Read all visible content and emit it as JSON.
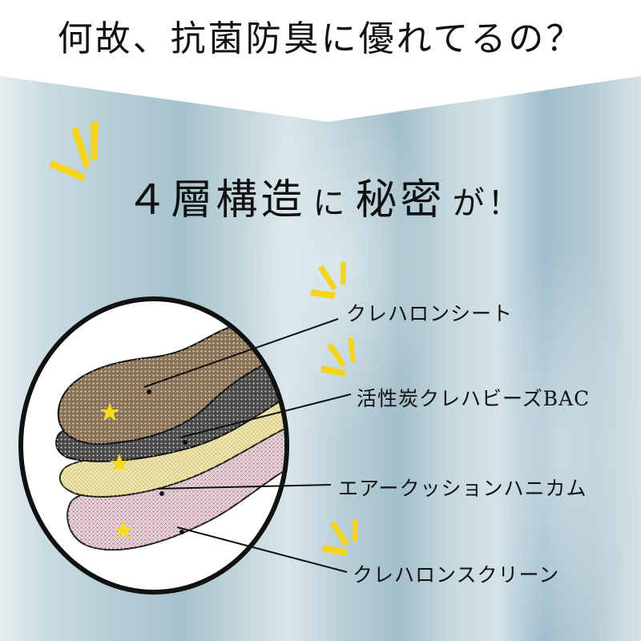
{
  "headline": "何故、抗菌防臭に優れてるの？",
  "subhead": {
    "part1": "４層構造",
    "part2": "に",
    "part3": "秘密",
    "part4": "が！"
  },
  "layers": [
    {
      "label": "クレハロンシート",
      "color": "#8a7255",
      "has_star": true
    },
    {
      "label": "活性炭クレハビーズBAC",
      "color": "#4a4a4c",
      "has_star": true
    },
    {
      "label": "エアークッションハニカム",
      "color": "#f1eab8",
      "has_star": false
    },
    {
      "label": "クレハロンスクリーン",
      "color": "#eadbe0",
      "has_star": true
    }
  ],
  "colors": {
    "accent_yellow": "#f4d41c",
    "star_yellow": "#f5dc1e",
    "ink": "#111111"
  }
}
